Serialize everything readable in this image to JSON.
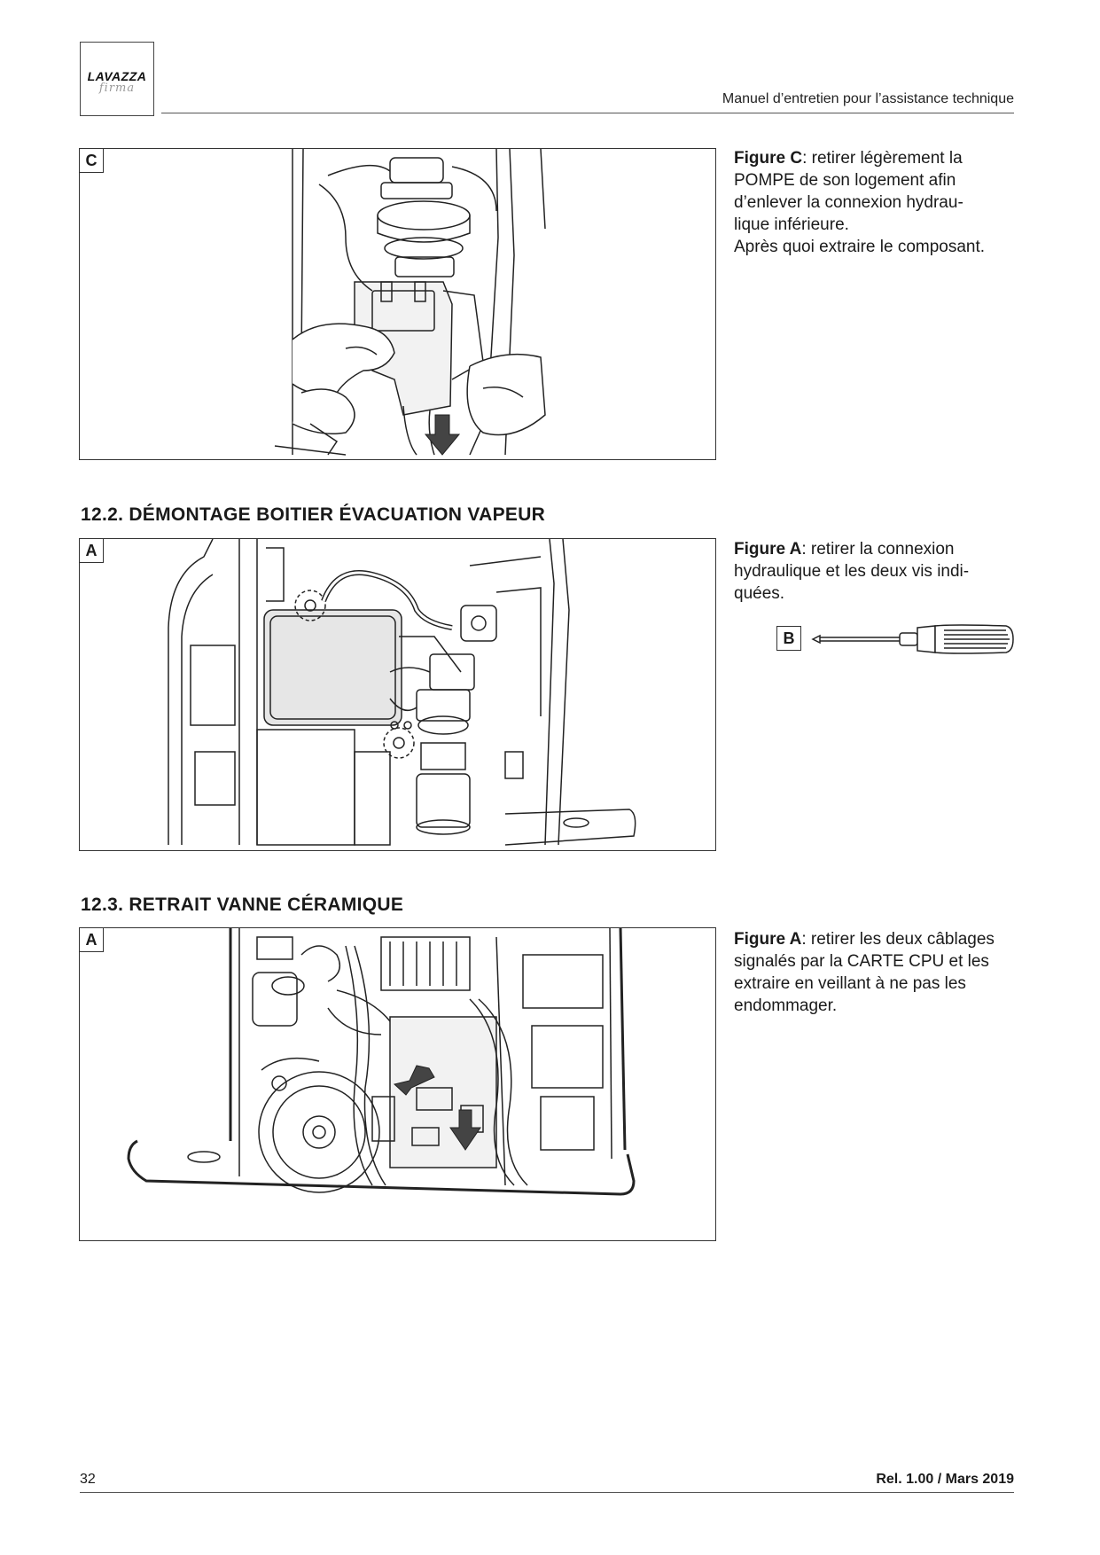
{
  "header": {
    "logo_brand": "LAVAZZA",
    "logo_sub": "firma",
    "title": "Manuel d’entretien pour l’assistance technique"
  },
  "figure_c": {
    "label": "C",
    "caption_bold": "Figure C",
    "caption_lines": [
      ": retirer légèrement la",
      "POMPE de son logement afin",
      "d’enlever la connexion hydrau-",
      "lique inférieure.",
      "Après quoi extraire le composant."
    ]
  },
  "section_12_2": {
    "title": "12.2. DÉMONTAGE BOITIER ÉVACUATION VAPEUR",
    "figure_label": "A",
    "caption_bold": "Figure A",
    "caption_lines": [
      ": retirer la connexion",
      "hydraulique et les deux vis indi-",
      "quées."
    ],
    "tool_label": "B",
    "tool_icon": "screwdriver-icon"
  },
  "section_12_3": {
    "title": "12.3. RETRAIT VANNE CÉRAMIQUE",
    "figure_label": "A",
    "caption_bold": "Figure A",
    "caption_lines": [
      ": retirer les deux câblages",
      "signalés par la CARTE CPU et les",
      "extraire en veillant à ne pas les",
      "endommager."
    ]
  },
  "footer": {
    "page_number": "32",
    "release": "Rel. 1.00 / Mars 2019"
  }
}
